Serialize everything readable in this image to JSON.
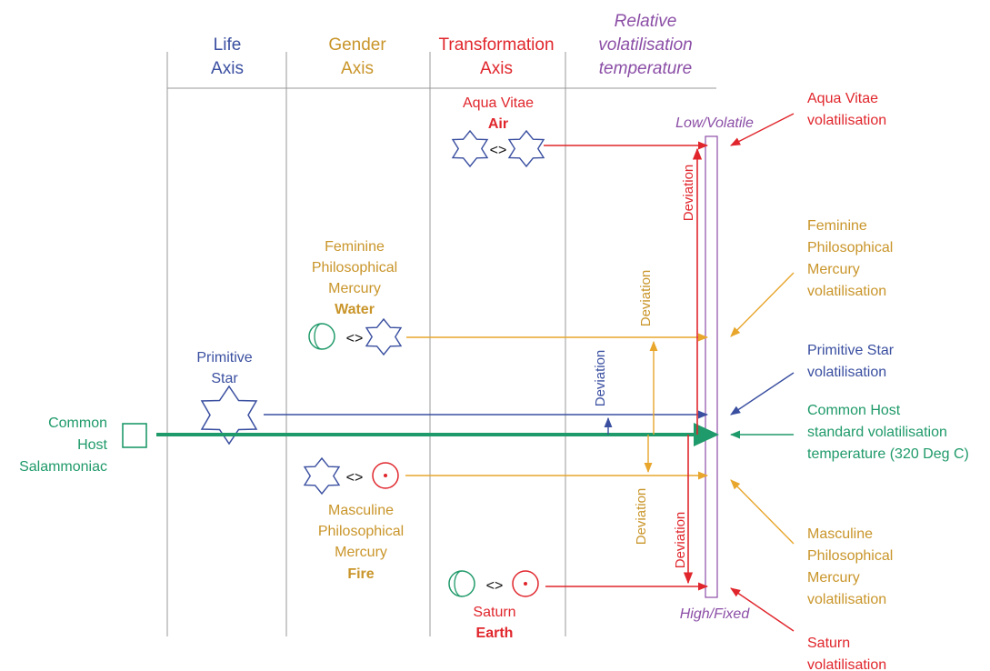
{
  "columns": {
    "life": [
      "Life",
      "Axis"
    ],
    "gender": [
      "Gender",
      "Axis"
    ],
    "transformation": [
      "Transformation",
      "Axis"
    ],
    "temperature": [
      "Relative",
      "volatilisation",
      "temperature"
    ]
  },
  "scale": {
    "low": "Low/Volatile",
    "high": "High/Fixed"
  },
  "substances": {
    "aqua_vitae": {
      "name": "Aqua Vitae",
      "element": "Air"
    },
    "feminine": {
      "name": [
        "Feminine",
        "Philosophical",
        "Mercury"
      ],
      "element": "Water"
    },
    "primitive_star": {
      "name": [
        "Primitive",
        "Star"
      ]
    },
    "common_host": {
      "name": [
        "Common",
        "Host",
        "Salammoniac"
      ]
    },
    "masculine": {
      "name": [
        "Masculine",
        "Philosophical",
        "Mercury"
      ],
      "element": "Fire"
    },
    "saturn": {
      "name": "Saturn",
      "element": "Earth"
    }
  },
  "relation_symbol": "<>",
  "deviation_label": "Deviation",
  "right_labels": {
    "aqua_vitae": [
      "Aqua Vitae",
      "volatilisation"
    ],
    "feminine": [
      "Feminine",
      "Philosophical",
      "Mercury",
      "volatilisation"
    ],
    "primitive_star": [
      "Primitive Star",
      "volatilisation"
    ],
    "common_host": [
      "Common Host",
      "standard volatilisation",
      "temperature (320 Deg C)"
    ],
    "masculine": [
      "Masculine",
      "Philosophical",
      "Mercury",
      "volatilisation"
    ],
    "saturn": [
      "Saturn",
      "volatilisation"
    ]
  },
  "colors": {
    "life": "#3a4fa0",
    "gender": "#c9952a",
    "transformation": "#e0262c",
    "temperature": "#8b4ea6",
    "common_host": "#1f9a6a",
    "line_amber": "#e8a62c",
    "grid": "#999999",
    "black": "#111111"
  }
}
